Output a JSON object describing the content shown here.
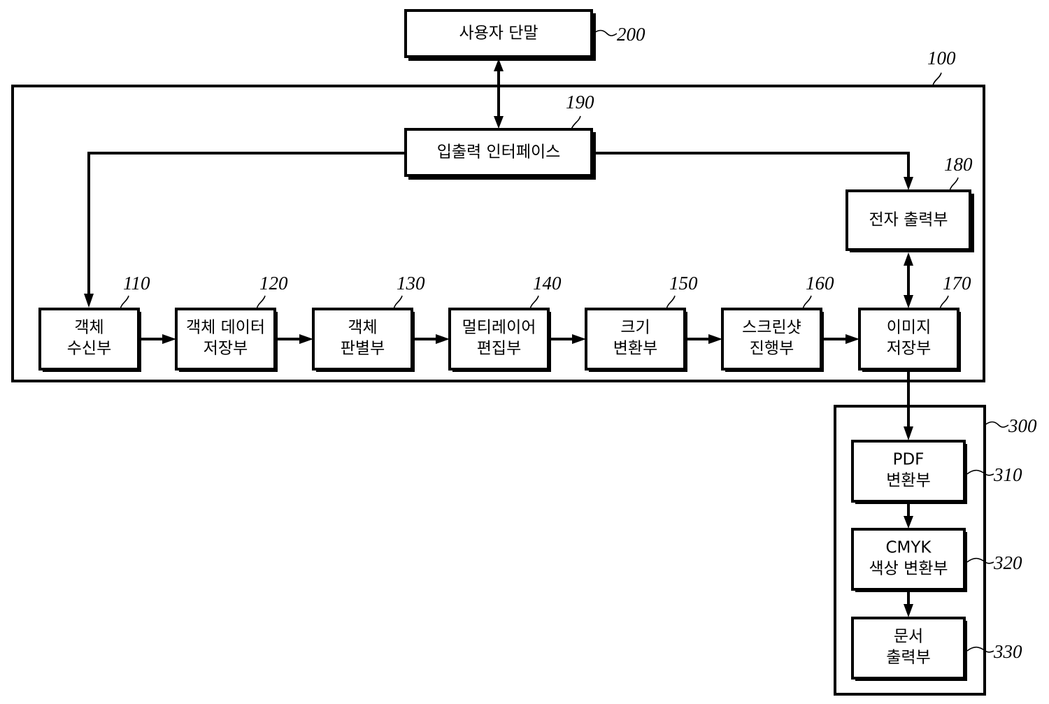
{
  "diagram": {
    "type": "block-diagram",
    "colors": {
      "line": "#000000",
      "background": "#ffffff"
    },
    "terminal": {
      "ref": "200",
      "label": [
        "사용자 단말"
      ]
    },
    "system": {
      "ref": "100",
      "io_interface": {
        "ref": "190",
        "label": [
          "입출력 인터페이스"
        ]
      },
      "electronic_output": {
        "ref": "180",
        "label": [
          "전자 출력부"
        ]
      },
      "pipeline": [
        {
          "id": "object-receiver",
          "ref": "110",
          "label": [
            "객체",
            "수신부"
          ]
        },
        {
          "id": "object-data-storage",
          "ref": "120",
          "label": [
            "객체 데이터",
            "저장부"
          ]
        },
        {
          "id": "object-discriminator",
          "ref": "130",
          "label": [
            "객체",
            "판별부"
          ]
        },
        {
          "id": "multilayer-editor",
          "ref": "140",
          "label": [
            "멀티레이어",
            "편집부"
          ]
        },
        {
          "id": "size-converter",
          "ref": "150",
          "label": [
            "크기",
            "변환부"
          ]
        },
        {
          "id": "screenshot-processor",
          "ref": "160",
          "label": [
            "스크린샷",
            "진행부"
          ]
        },
        {
          "id": "image-storage",
          "ref": "170",
          "label": [
            "이미지",
            "저장부"
          ]
        }
      ]
    },
    "printer": {
      "ref": "300",
      "blocks": [
        {
          "id": "pdf-converter",
          "ref": "310",
          "label": [
            "PDF",
            "변환부"
          ]
        },
        {
          "id": "cmyk-converter",
          "ref": "320",
          "label": [
            "CMYK",
            "색상 변환부"
          ]
        },
        {
          "id": "document-output",
          "ref": "330",
          "label": [
            "문서",
            "출력부"
          ]
        }
      ]
    },
    "connections": [
      {
        "from": "200",
        "to": "190",
        "direction": "bidirectional"
      },
      {
        "from": "190",
        "to": "110",
        "direction": "forward"
      },
      {
        "from": "190",
        "to": "180",
        "direction": "forward"
      },
      {
        "from": "110",
        "to": "120",
        "direction": "forward"
      },
      {
        "from": "120",
        "to": "130",
        "direction": "forward"
      },
      {
        "from": "130",
        "to": "140",
        "direction": "forward"
      },
      {
        "from": "140",
        "to": "150",
        "direction": "forward"
      },
      {
        "from": "150",
        "to": "160",
        "direction": "forward"
      },
      {
        "from": "160",
        "to": "170",
        "direction": "forward"
      },
      {
        "from": "170",
        "to": "180",
        "direction": "bidirectional"
      },
      {
        "from": "170",
        "to": "310",
        "direction": "forward"
      },
      {
        "from": "310",
        "to": "320",
        "direction": "forward"
      },
      {
        "from": "320",
        "to": "330",
        "direction": "forward"
      }
    ]
  }
}
